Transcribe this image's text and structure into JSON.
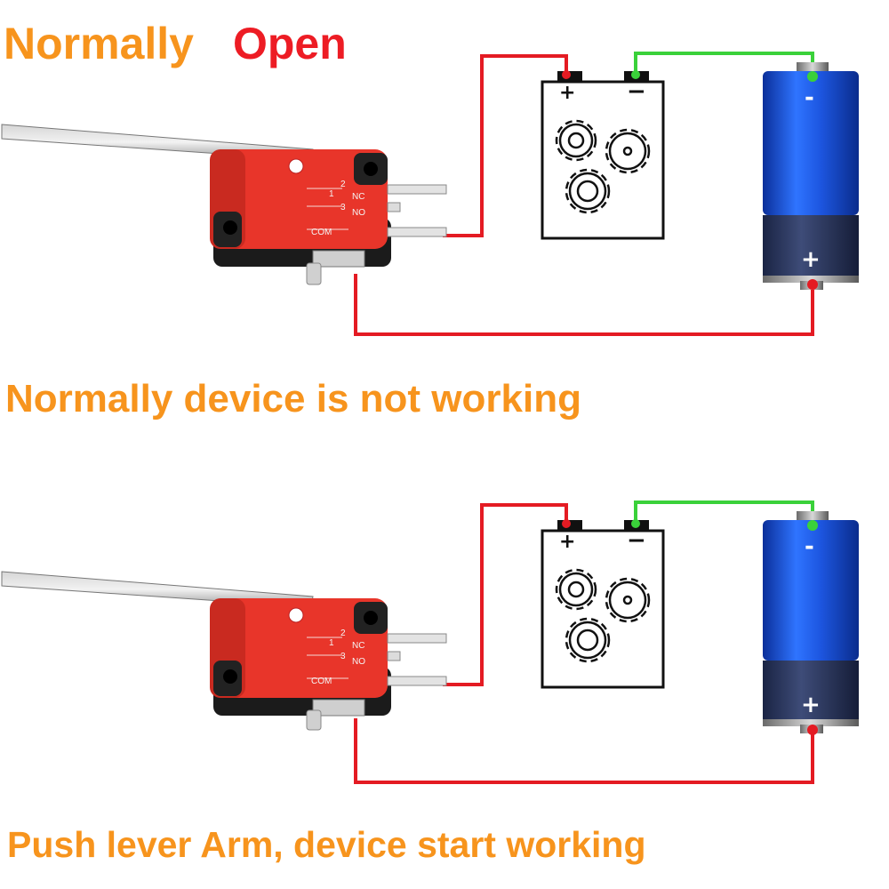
{
  "heading": {
    "word1": "Normally",
    "word2": "Open"
  },
  "captions": {
    "top": "Normally device is not working",
    "bottom": "Push lever Arm,  device start working"
  },
  "switch": {
    "pin1": "1",
    "pin2": "2",
    "pin3": "3",
    "nc": "NC",
    "no": "NO",
    "com": "COM"
  },
  "device": {
    "plus": "+",
    "minus": "−"
  },
  "battery": {
    "minus": "-",
    "plus": "+"
  },
  "colors": {
    "heading_orange": "#f7941d",
    "heading_red": "#ed1c24",
    "caption_orange": "#f7941d",
    "wire_red": "#e41b23",
    "wire_green": "#3ad13a",
    "switch_red": "#e8352a",
    "battery_blue": "#1e63e6"
  }
}
